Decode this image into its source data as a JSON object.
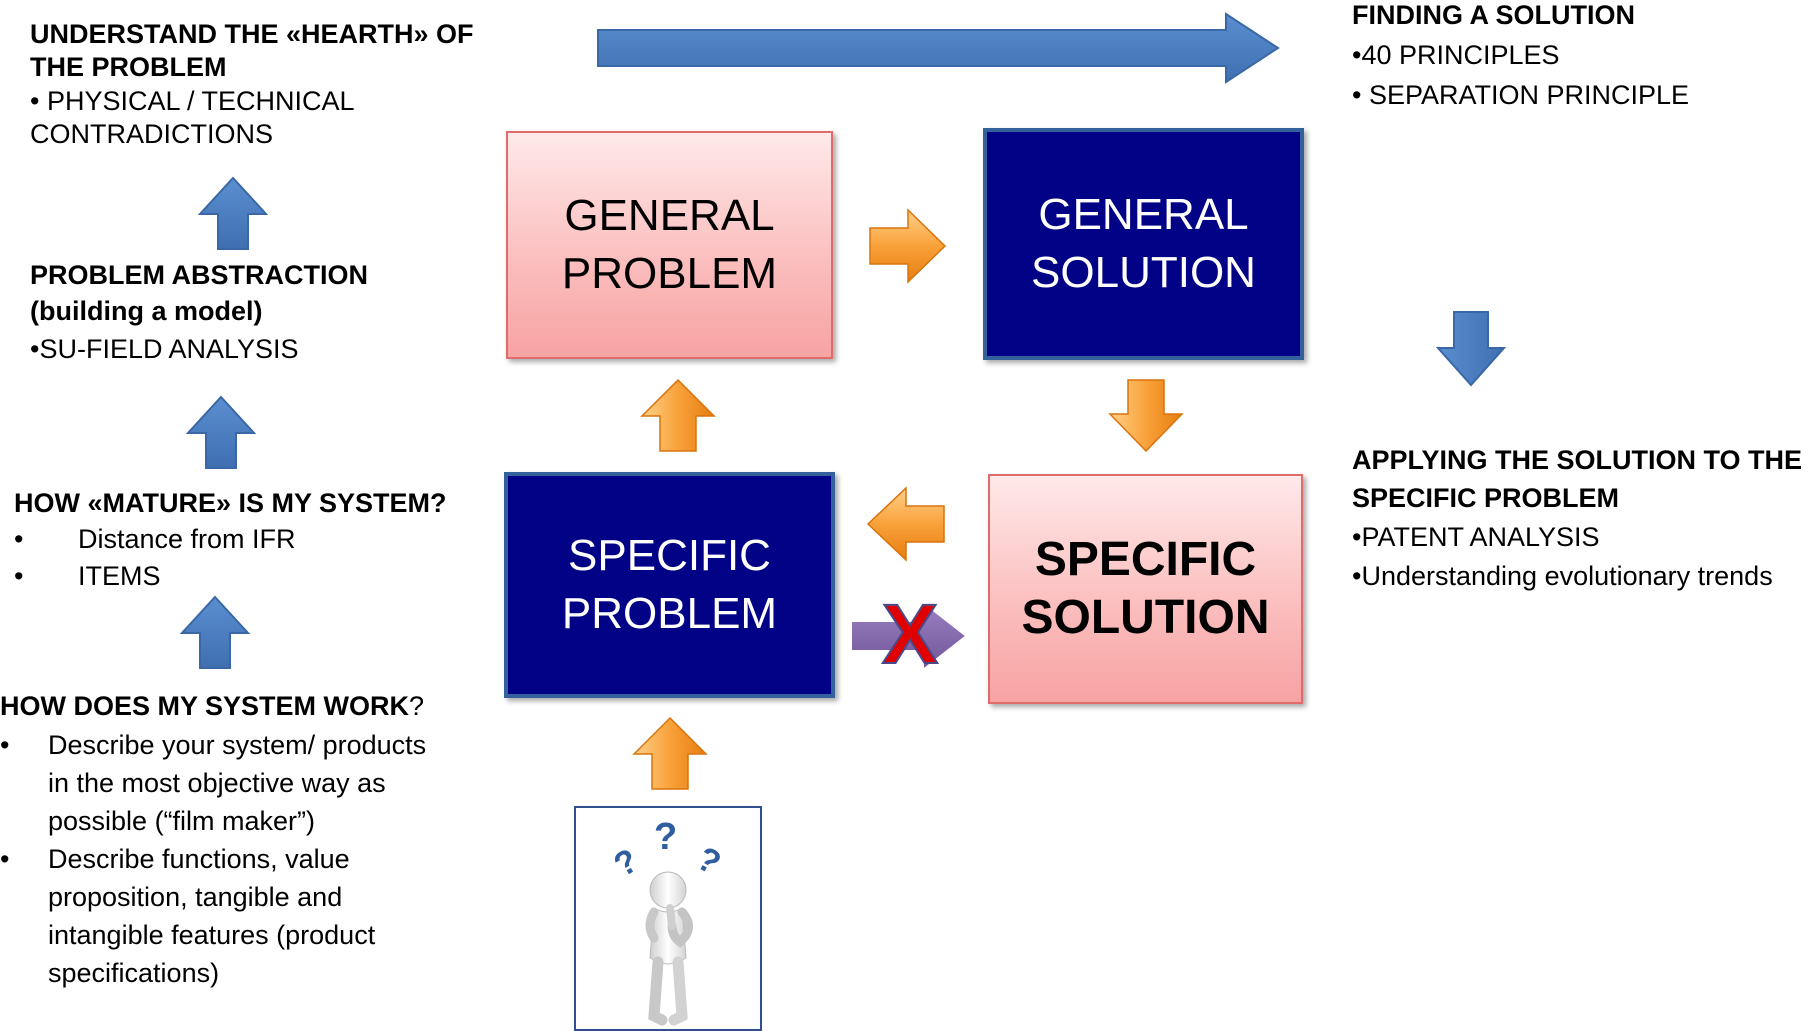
{
  "left": {
    "step1": {
      "title_line1": "UNDERSTAND THE «HEARTH» OF",
      "title_line2": "THE PROBLEM",
      "item_line1": "• PHYSICAL / TECHNICAL",
      "item_line2": "CONTRADICTIONS"
    },
    "step2": {
      "title_line1": "PROBLEM ABSTRACTION",
      "title_line2": "(building a model)",
      "item": "•SU-FIELD ANALYSIS"
    },
    "step3": {
      "title": "HOW «MATURE» IS MY SYSTEM?",
      "items": [
        "Distance from  IFR",
        "ITEMS"
      ]
    },
    "step4": {
      "title_bold": "HOW DOES MY SYSTEM WORK",
      "title_rest": "?",
      "items": [
        [
          "Describe your system/ products",
          "in the most objective way as",
          "possible (“film maker”)"
        ],
        [
          "Describe functions, value",
          "proposition, tangible and",
          "intangible features (product",
          "specifications)"
        ]
      ]
    }
  },
  "boxes": {
    "general_problem": [
      "GENERAL",
      "PROBLEM"
    ],
    "general_solution": [
      "GENERAL",
      "SOLUTION"
    ],
    "specific_problem": [
      "SPECIFIC",
      "PROBLEM"
    ],
    "specific_solution": [
      "SPECIFIC",
      "SOLUTION"
    ]
  },
  "right": {
    "finding": {
      "title": "FINDING A SOLUTION",
      "items": [
        "•40 PRINCIPLES",
        "• SEPARATION  PRINCIPLE"
      ]
    },
    "applying": {
      "title_line1": "APPLYING THE SOLUTION TO THE",
      "title_line2": "SPECIFIC PROBLEM",
      "items": [
        "•PATENT ANALYSIS",
        "•Understanding evolutionary trends"
      ]
    }
  },
  "crossed_arrow_mark": "X",
  "icons": {
    "thinking_figure": "thinking-person-icon",
    "question_marks": [
      "?",
      "?",
      "?"
    ]
  },
  "colors": {
    "blue_arrow": "#4f81bd",
    "orange_arrow": "#f79646",
    "navy_box": "#020286",
    "pink_box": "#fbbcbc",
    "purple_arrow": "#8064a2",
    "cross": "#e00000"
  }
}
